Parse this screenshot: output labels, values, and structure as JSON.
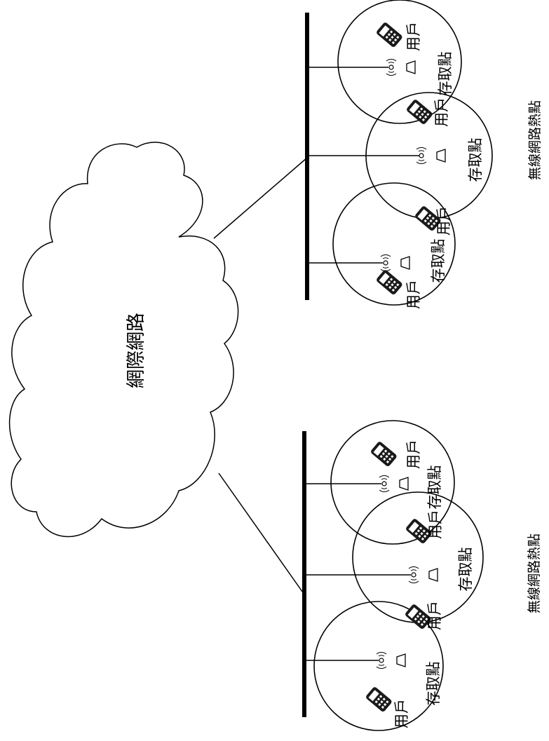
{
  "internet_label": "網際網路",
  "hotspots": [
    {
      "label": "無線網路熱點",
      "cells": [
        {
          "user": "用戶",
          "ap": "存取點"
        },
        {
          "user": "用戶",
          "ap": "存取點"
        },
        {
          "user": "用戶",
          "ap": "存取點"
        }
      ]
    },
    {
      "label": "無線網路熱點",
      "cells": [
        {
          "user": "用戶",
          "ap": "存取點"
        },
        {
          "user": "用戶",
          "ap": "存取點"
        },
        {
          "user": "用戶",
          "ap": "存取點"
        }
      ]
    }
  ]
}
